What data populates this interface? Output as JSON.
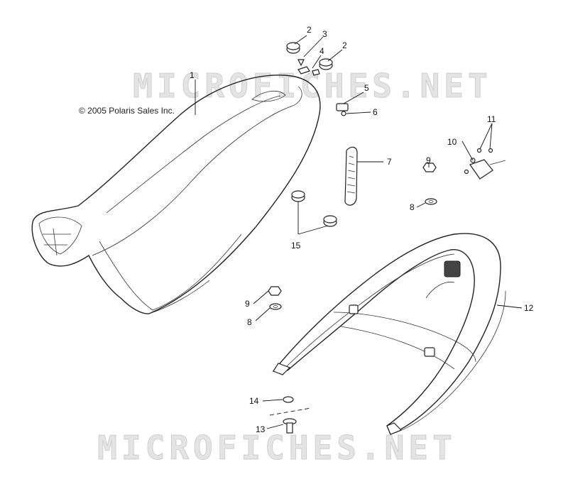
{
  "watermark": {
    "text": "MICROFICHES.NET"
  },
  "copyright": "© 2005 Polaris Sales Inc.",
  "callouts": [
    "1",
    "2",
    "3",
    "4",
    "2",
    "5",
    "6",
    "7",
    "9",
    "8",
    "10",
    "11",
    "15",
    "9",
    "8",
    "12",
    "14",
    "13"
  ]
}
